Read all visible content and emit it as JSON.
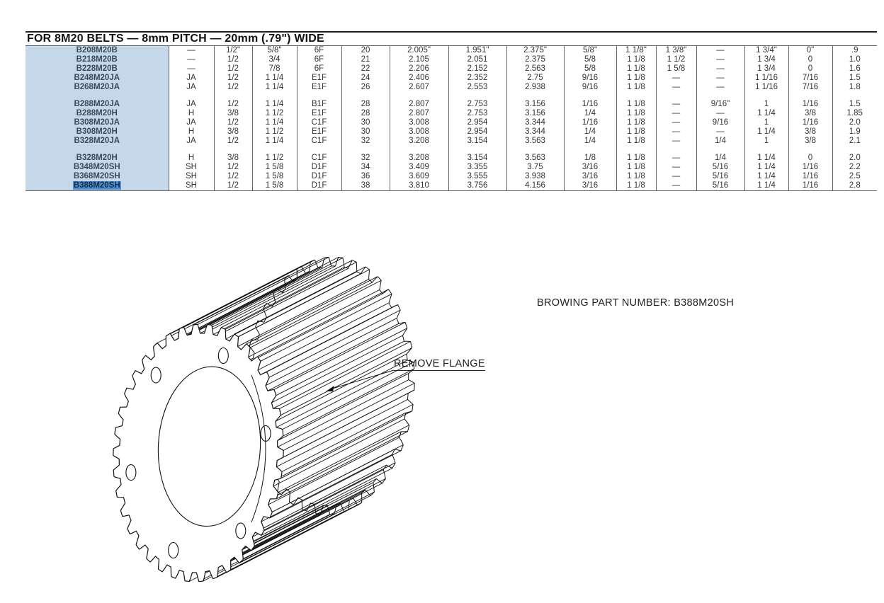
{
  "table": {
    "title": "FOR 8M20 BELTS — 8mm PITCH — 20mm (.79\") WIDE",
    "highlighted_part": "B388M20SH",
    "groups": [
      [
        [
          "B208M20B",
          "—",
          "1/2\"",
          "5/8\"",
          "6F",
          "20",
          "2.005\"",
          "1.951\"",
          "2.375\"",
          "5/8\"",
          "1 1/8\"",
          "1 3/8\"",
          "—",
          "1 3/4\"",
          "0\"",
          ".9"
        ],
        [
          "B218M20B",
          "—",
          "1/2",
          "3/4",
          "6F",
          "21",
          "2.105",
          "2.051",
          "2.375",
          "5/8",
          "1 1/8",
          "1 1/2",
          "—",
          "1 3/4",
          "0",
          "1.0"
        ],
        [
          "B228M20B",
          "—",
          "1/2",
          "7/8",
          "6F",
          "22",
          "2.206",
          "2.152",
          "2.563",
          "5/8",
          "1 1/8",
          "1 5/8",
          "—",
          "1 3/4",
          "0",
          "1.6"
        ],
        [
          "B248M20JA",
          "JA",
          "1/2",
          "1 1/4",
          "E1F",
          "24",
          "2.406",
          "2.352",
          "2.75",
          "9/16",
          "1 1/8",
          "—",
          "—",
          "1 1/16",
          "7/16",
          "1.5"
        ],
        [
          "B268M20JA",
          "JA",
          "1/2",
          "1 1/4",
          "E1F",
          "26",
          "2.607",
          "2.553",
          "2.938",
          "9/16",
          "1 1/8",
          "—",
          "—",
          "1 1/16",
          "7/16",
          "1.8"
        ]
      ],
      [
        [
          "B288M20JA",
          "JA",
          "1/2",
          "1 1/4",
          "B1F",
          "28",
          "2.807",
          "2.753",
          "3.156",
          "1/16",
          "1 1/8",
          "—",
          "9/16\"",
          "1",
          "1/16",
          "1.5"
        ],
        [
          "B288M20H",
          "H",
          "3/8",
          "1 1/2",
          "E1F",
          "28",
          "2.807",
          "2.753",
          "3.156",
          "1/4",
          "1 1/8",
          "—",
          "—",
          "1 1/4",
          "3/8",
          "1.85"
        ],
        [
          "B308M20JA",
          "JA",
          "1/2",
          "1 1/4",
          "C1F",
          "30",
          "3.008",
          "2.954",
          "3.344",
          "1/16",
          "1 1/8",
          "—",
          "9/16",
          "1",
          "1/16",
          "2.0"
        ],
        [
          "B308M20H",
          "H",
          "3/8",
          "1 1/2",
          "E1F",
          "30",
          "3.008",
          "2.954",
          "3.344",
          "1/4",
          "1 1/8",
          "—",
          "—",
          "1 1/4",
          "3/8",
          "1.9"
        ],
        [
          "B328M20JA",
          "JA",
          "1/2",
          "1 1/4",
          "C1F",
          "32",
          "3.208",
          "3.154",
          "3.563",
          "1/4",
          "1 1/8",
          "—",
          "1/4",
          "1",
          "3/8",
          "2.1"
        ]
      ],
      [
        [
          "B328M20H",
          "H",
          "3/8",
          "1 1/2",
          "C1F",
          "32",
          "3.208",
          "3.154",
          "3.563",
          "1/8",
          "1 1/8",
          "—",
          "1/4",
          "1 1/4",
          "0",
          "2.0"
        ],
        [
          "B348M20SH",
          "SH",
          "1/2",
          "1 5/8",
          "D1F",
          "34",
          "3.409",
          "3.355",
          "3.75",
          "3/16",
          "1 1/8",
          "—",
          "5/16",
          "1 1/4",
          "1/16",
          "2.2"
        ],
        [
          "B368M20SH",
          "SH",
          "1/2",
          "1 5/8",
          "D1F",
          "36",
          "3.609",
          "3.555",
          "3.938",
          "3/16",
          "1 1/8",
          "—",
          "5/16",
          "1 1/4",
          "1/16",
          "2.5"
        ],
        [
          "B388M20SH",
          "SH",
          "1/2",
          "1 5/8",
          "D1F",
          "38",
          "3.810",
          "3.756",
          "4.156",
          "3/16",
          "1 1/8",
          "—",
          "5/16",
          "1 1/4",
          "1/16",
          "2.8"
        ]
      ]
    ]
  },
  "annotations": {
    "part_number": "BROWING PART NUMBER: B388M20SH",
    "remove_flange": "REMOVE FLANGE"
  },
  "drawing": {
    "icon": "timing-pulley-drawing",
    "teeth": 38,
    "bolt_holes": 6
  }
}
